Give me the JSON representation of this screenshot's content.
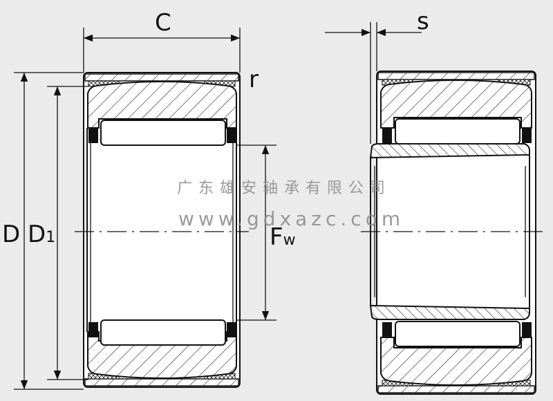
{
  "labels": {
    "C": "C",
    "r": "r",
    "D": "D",
    "D1_main": "D",
    "D1_sub": "1",
    "Fw_main": "F",
    "Fw_sub": "w",
    "s": "s"
  },
  "watermark": {
    "company": "广东雄安轴承有限公司",
    "url": "www.gdxazc.com"
  },
  "colors": {
    "background": "#ebebeb",
    "line": "#111111",
    "fill": "#ffffff",
    "watermark": "#8a8a8a"
  }
}
